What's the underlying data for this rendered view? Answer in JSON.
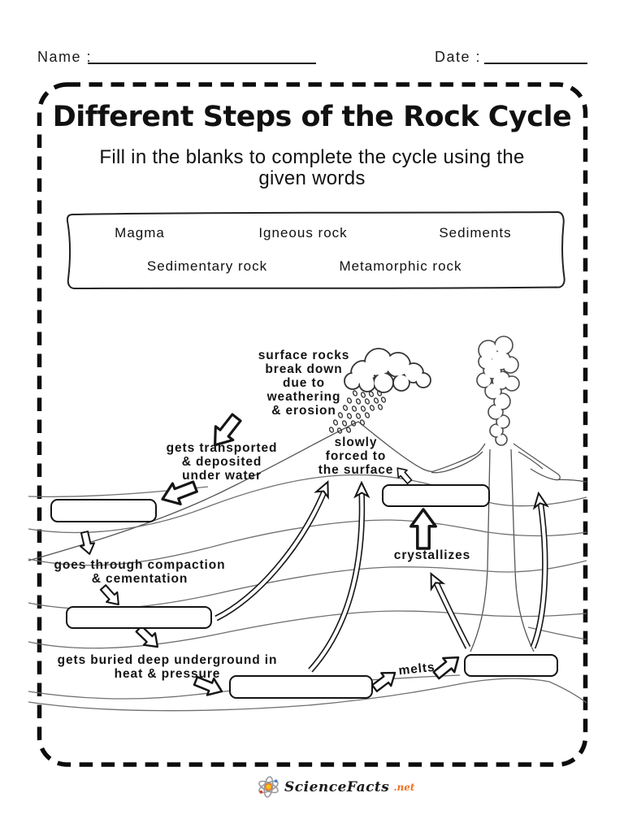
{
  "page": {
    "name_label": "Name :",
    "date_label": "Date :"
  },
  "worksheet": {
    "title": "Different Steps of the Rock Cycle",
    "subtitle_lines": [
      "Fill in the blanks to complete the cycle using the",
      "given words"
    ],
    "word_bank": [
      "Magma",
      "Igneous rock",
      "Sediments",
      "Sedimentary rock",
      "Metamorphic rock"
    ],
    "diagram": {
      "labels": {
        "weathering": [
          "surface rocks",
          "break down",
          "due to",
          "weathering",
          "& erosion"
        ],
        "transported": [
          "gets transported",
          "& deposited",
          "under water"
        ],
        "forced": [
          "slowly",
          "forced to",
          "the surface"
        ],
        "crystallizes": "crystallizes",
        "compaction": [
          "goes through compaction",
          "& cementation"
        ],
        "buried": [
          "gets buried deep underground in",
          "heat & pressure"
        ],
        "melts": "melts"
      }
    }
  },
  "footer": {
    "brand": "ScienceFacts",
    "tld": ".net"
  },
  "colors": {
    "ink": "#111111",
    "terrain_line": "#6f6f6f",
    "brand_orange": "#ee7226",
    "atom_yellow": "#f7c41f",
    "atom_blue": "#3f7fd4",
    "atom_red": "#d04432",
    "atom_gray": "#999999"
  }
}
